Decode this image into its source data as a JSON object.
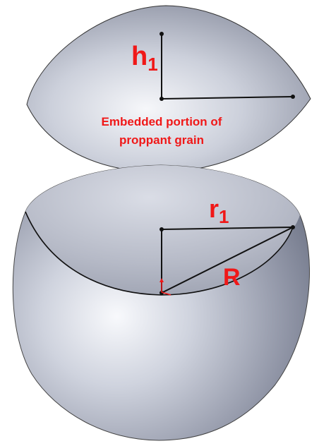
{
  "labels": {
    "cap_height_main": "h",
    "cap_height_sub": "1",
    "cap_radius_main": "r",
    "cap_radius_sub": "1",
    "sphere_radius": "R",
    "caption_line1": "Embedded portion of",
    "caption_line2": "proppant grain"
  },
  "colors": {
    "label_red": "#f01818",
    "line_black": "#111111",
    "surface_light": "#eef0f5",
    "surface_mid": "#c3c7d3",
    "surface_dark": "#7d8293"
  }
}
